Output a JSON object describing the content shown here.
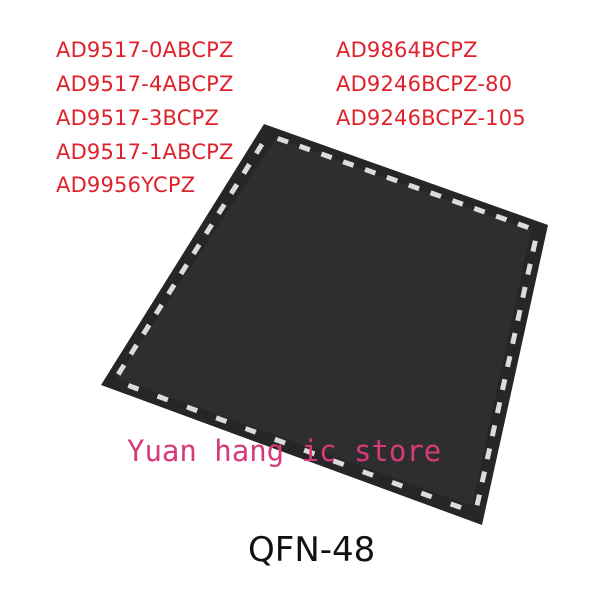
{
  "colors": {
    "part_text": "#e0212b",
    "watermark": "#d63a7a",
    "package_body": "#262626",
    "pads": "#dcdcdc"
  },
  "part_numbers_left": [
    "AD9517-0ABCPZ",
    "AD9517-4ABCPZ",
    "AD9517-3BCPZ",
    "AD9517-1ABCPZ",
    "AD9956YCPZ"
  ],
  "part_numbers_right": [
    "AD9864BCPZ",
    "AD9246BCPZ-80",
    "AD9246BCPZ-105"
  ],
  "watermark": "Yuan hang ic store",
  "package_label": "QFN-48"
}
